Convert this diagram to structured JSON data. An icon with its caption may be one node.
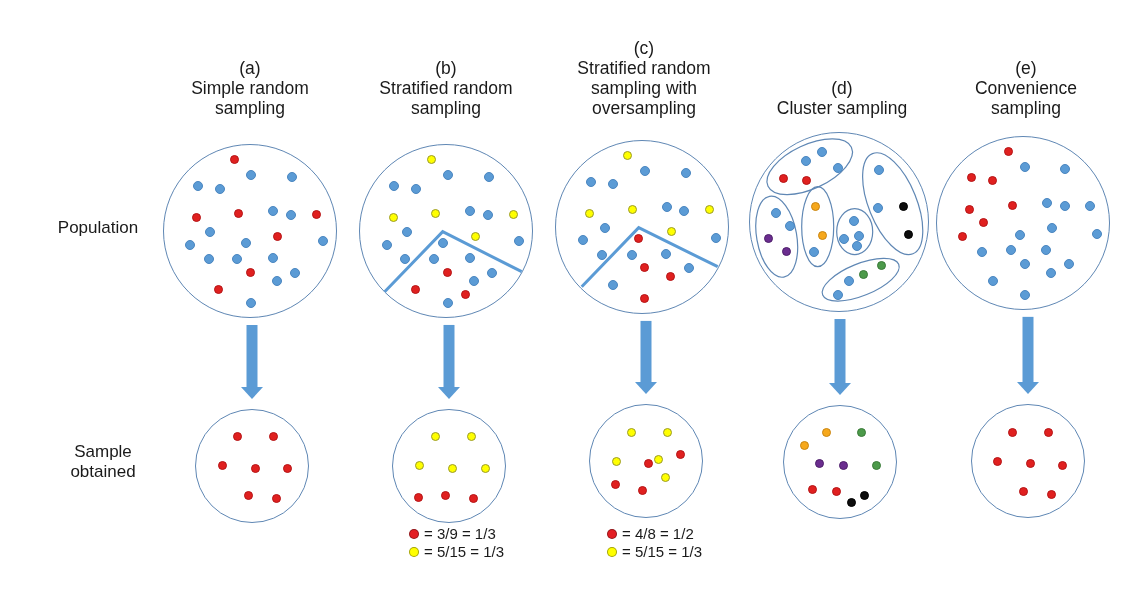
{
  "diagram": {
    "nodes": [
      {
        "text": [],
        "shape": "circle"
      },
      {
        "text": [],
        "shape": "circle"
      },
      {
        "text": [],
        "shape": "circle"
      },
      {
        "text": [],
        "shape": "circle"
      },
      {
        "text": [],
        "shape": "circle"
      },
      {
        "text": [],
        "shape": "circle"
      },
      {
        "text": [],
        "shape": "circle"
      },
      {
        "text": [],
        "shape": "circle"
      },
      {
        "text": [],
        "shape": "circle"
      },
      {
        "text": [],
        "shape": "circle"
      }
    ],
    "edges": [
      {
        "from": 0,
        "to": 5,
        "arrow": "to"
      },
      {
        "from": 1,
        "to": 6,
        "arrow": "to"
      },
      {
        "from": 2,
        "to": 7,
        "arrow": "to"
      },
      {
        "from": 3,
        "to": 8,
        "arrow": "to"
      },
      {
        "from": 4,
        "to": 9,
        "arrow": "to"
      }
    ],
    "labels": [
      "(a)",
      "Simple random sampling",
      "(b)",
      "Stratified random sampling",
      "(c)",
      "Stratified random sampling with oversampling",
      "(d)",
      "Cluster sampling",
      "(e)",
      "Convenience sampling",
      "Population",
      "Sample obtained"
    ],
    "legend": [
      {
        "text": "= 3/9 = 1/3",
        "color": "#e31e24"
      },
      {
        "text": "= 5/15 = 1/3",
        "color": "#ffff00"
      },
      {
        "text": "= 4/8 = 1/2",
        "color": "#e31e24"
      },
      {
        "text": "= 5/15 = 1/3",
        "color": "#ffff00"
      }
    ]
  }
}
